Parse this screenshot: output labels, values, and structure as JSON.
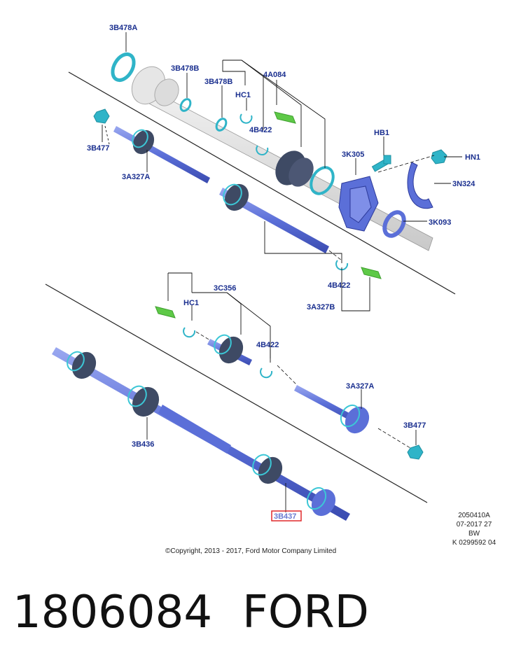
{
  "diagram": {
    "labels": {
      "l_3b478a": "3B478A",
      "l_3b478b_1": "3B478B",
      "l_3b478b_2": "3B478B",
      "l_4a084": "4A084",
      "l_hc1_top": "HC1",
      "l_4b422_top1": "4B422",
      "l_hb1": "HB1",
      "l_3k305": "3K305",
      "l_hn1": "HN1",
      "l_3n324": "3N324",
      "l_3k093": "3K093",
      "l_3b477_top": "3B477",
      "l_3a327a_top": "3A327A",
      "l_4b422_top2": "4B422",
      "l_3a327b": "3A327B",
      "l_3c356": "3C356",
      "l_hc1_bot": "HC1",
      "l_4b422_bot": "4B422",
      "l_3a327a_bot": "3A327A",
      "l_3b477_bot": "3B477",
      "l_3b436": "3B436",
      "l_3b437": "3B437"
    },
    "highlight_color": "#e0282a",
    "part_color": "#5b6fd8",
    "boot_color": "#3e4a64",
    "ring_color": "#3cc7d6",
    "clip_color": "#5ec947"
  },
  "footer": {
    "code_1": "2050410A",
    "code_2": "07-2017 27",
    "code_3": "BW",
    "code_4": "K 0299592 04",
    "copyright": "©Copyright, 2013 - 2017, Ford Motor Company Limited"
  },
  "product": {
    "part_number": "1806084",
    "brand": "FORD"
  }
}
